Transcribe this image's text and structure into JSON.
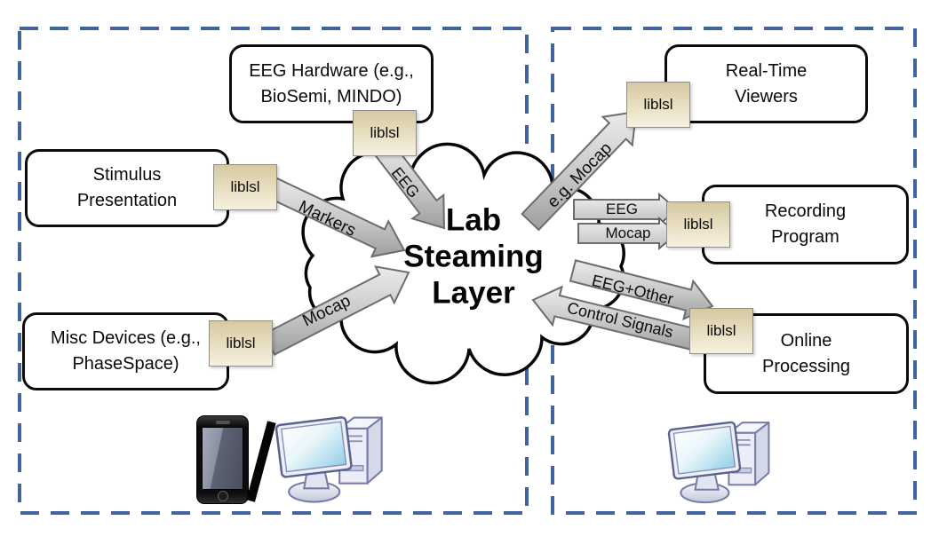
{
  "diagram": {
    "cloud_title": "Lab\nSteaming\nLayer",
    "tag_label": "liblsl",
    "boxes": {
      "eeg_hardware": "EEG Hardware (e.g.,\nBioSemi, MINDO)",
      "stimulus_presentation": "Stimulus\nPresentation",
      "misc_devices": "Misc Devices (e.g.,\nPhaseSpace)",
      "realtime_viewers": "Real-Time\nViewers",
      "recording_program": "Recording\nProgram",
      "online_processing": "Online\nProcessing"
    },
    "arrow_labels": {
      "markers": "Markers",
      "eeg_to_cloud": "EEG",
      "mocap_to_cloud": "Mocap",
      "eg_mocap": "e.g. Mocap",
      "eeg_to_recorder": "EEG",
      "mocap_to_recorder": "Mocap",
      "eeg_other": "EEG+Other",
      "control_signals": "Control Signals"
    },
    "icons": {
      "phone": "smartphone-icon",
      "separator": "slash",
      "computer_left": "desktop-computer-icon",
      "computer_right": "desktop-computer-icon"
    },
    "colors": {
      "region_dash": "#3f639b",
      "tag_top": "#d6c9a1",
      "tag_bottom": "#f6f1e0",
      "arrow_fill": "#c6c6c6",
      "outline": "#000000"
    }
  }
}
